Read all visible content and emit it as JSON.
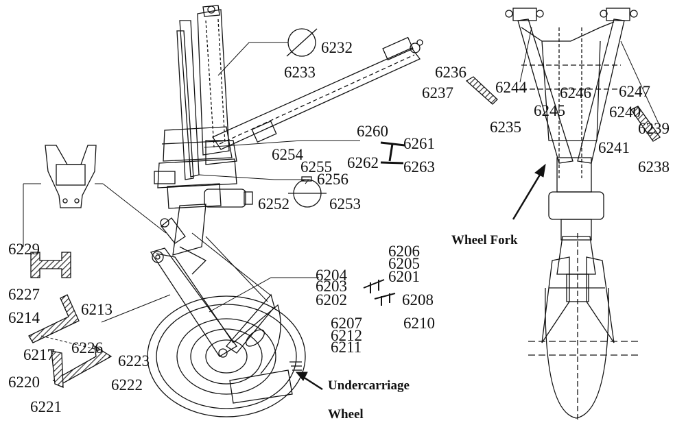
{
  "labels": {
    "n6232": "6232",
    "n6233": "6233",
    "n6236": "6236",
    "n6237": "6237",
    "n6244": "6244",
    "n6246": "6246",
    "n6247": "6247",
    "n6245": "6245",
    "n6240": "6240",
    "n6235": "6235",
    "n6239": "6239",
    "n6241": "6241",
    "n6238": "6238",
    "n6260": "6260",
    "n6261": "6261",
    "n6254": "6254",
    "n6255": "6255",
    "n6262": "6262",
    "n6263": "6263",
    "n6256": "6256",
    "n6252": "6252",
    "n6253": "6253",
    "n6229": "6229",
    "n6227": "6227",
    "n6213": "6213",
    "n6214": "6214",
    "n6206": "6206",
    "n6205": "6205",
    "n6201": "6201",
    "n6204": "6204",
    "n6203": "6203",
    "n6202": "6202",
    "n6208": "6208",
    "n6207": "6207",
    "n6210": "6210",
    "n6212": "6212",
    "n6211": "6211",
    "n6217": "6217",
    "n6226": "6226",
    "n6223": "6223",
    "n6220": "6220",
    "n6222": "6222",
    "n6221": "6221"
  },
  "captions": {
    "wheel_fork": "Wheel Fork",
    "undercarriage": "Undercarriage",
    "wheel": "Wheel"
  },
  "colors": {
    "ink": "#111111",
    "hatch": "#444444"
  }
}
